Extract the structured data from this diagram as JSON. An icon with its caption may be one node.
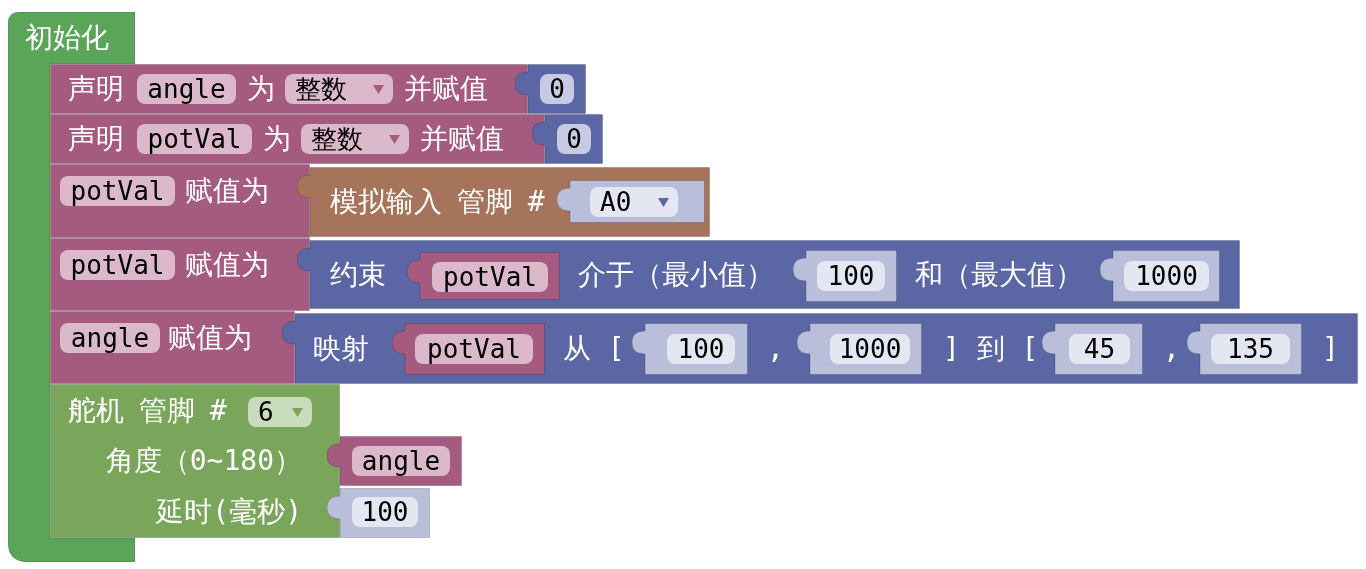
{
  "diagram": {
    "nodes": [
      {
        "text": [
          "初始化"
        ]
      },
      {
        "text": [
          "声明",
          "angle",
          "为",
          "整数",
          "并赋值"
        ]
      },
      {
        "text": [
          "0"
        ]
      },
      {
        "text": [
          "声明",
          "potVal",
          "为",
          "整数",
          "并赋值"
        ]
      },
      {
        "text": [
          "0"
        ]
      },
      {
        "text": [
          "potVal",
          "赋值为"
        ]
      },
      {
        "text": [
          "模拟输入 管脚 #"
        ]
      },
      {
        "text": [
          "A0"
        ],
        "in": 6
      },
      {
        "text": [
          "potVal",
          "赋值为"
        ]
      },
      {
        "text": [
          "约束",
          "介于（最小值）",
          "和（最大值）"
        ]
      },
      {
        "text": [
          "potVal"
        ],
        "in": 9
      },
      {
        "text": [
          "100"
        ],
        "in": 9
      },
      {
        "text": [
          "1000"
        ],
        "in": 9
      },
      {
        "text": [
          "angle",
          "赋值为"
        ]
      },
      {
        "text": [
          "映射",
          "从 [",
          ",",
          "] 到 [",
          ",",
          "]"
        ]
      },
      {
        "text": [
          "potVal"
        ],
        "in": 14
      },
      {
        "text": [
          "100"
        ],
        "in": 14
      },
      {
        "text": [
          "1000"
        ],
        "in": 14
      },
      {
        "text": [
          "45"
        ],
        "in": 14
      },
      {
        "text": [
          "135"
        ],
        "in": 14
      },
      {
        "text": [
          "舵机 管脚 #",
          "6",
          "角度（0~180）",
          "延时(毫秒)"
        ]
      },
      {
        "text": [
          "angle"
        ]
      },
      {
        "text": [
          "100"
        ]
      }
    ]
  }
}
